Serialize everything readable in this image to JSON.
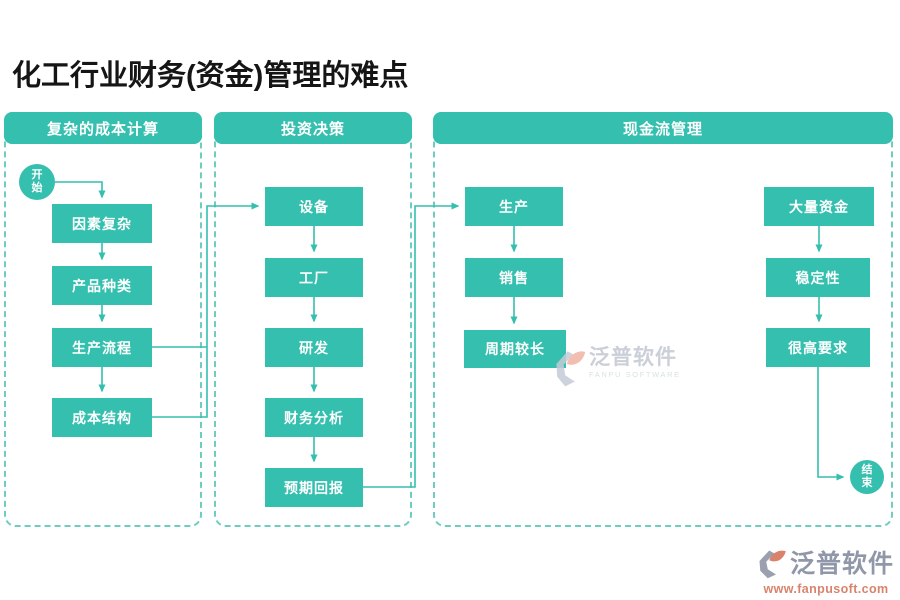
{
  "title": "化工行业财务(资金)管理的难点",
  "flow": {
    "start_label": "开始",
    "end_label": "结束",
    "sections": [
      {
        "title": "复杂的成本计算",
        "nodes": [
          {
            "label": "因素复杂"
          },
          {
            "label": "产品种类"
          },
          {
            "label": "生产流程"
          },
          {
            "label": "成本结构"
          }
        ]
      },
      {
        "title": "投资决策",
        "nodes": [
          {
            "label": "设备"
          },
          {
            "label": "工厂"
          },
          {
            "label": "研发"
          },
          {
            "label": "财务分析"
          },
          {
            "label": "预期回报"
          }
        ]
      },
      {
        "title": "现金流管理",
        "left_nodes": [
          {
            "label": "生产"
          },
          {
            "label": "销售"
          },
          {
            "label": "周期较长"
          }
        ],
        "right_nodes": [
          {
            "label": "大量资金"
          },
          {
            "label": "稳定性"
          },
          {
            "label": "很高要求"
          }
        ]
      }
    ]
  },
  "watermark": {
    "brand": "泛普软件",
    "subtitle": "FANPU SOFTWARE"
  },
  "footer": {
    "brand": "泛普软件",
    "url": "www.fanpusoft.com"
  },
  "colors": {
    "node_teal": "#34bfae",
    "dashed_border": "#6fccc0",
    "footer_gray": "#9097a8",
    "salmon": "#d9836c"
  }
}
